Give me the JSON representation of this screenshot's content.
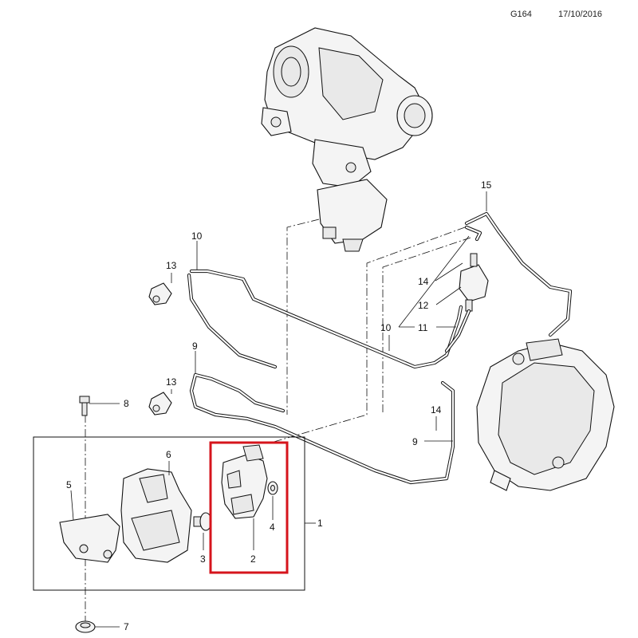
{
  "header": {
    "code": "G164",
    "date": "17/10/2016"
  },
  "callouts": {
    "c1": "1",
    "c2": "2",
    "c3": "3",
    "c4": "4",
    "c5": "5",
    "c6": "6",
    "c7": "7",
    "c8": "8",
    "c9a": "9",
    "c9b": "9",
    "c10a": "10",
    "c10b": "10",
    "c11": "11",
    "c12": "12",
    "c13a": "13",
    "c13b": "13",
    "c14a": "14",
    "c14b": "14",
    "c15": "15"
  },
  "colors": {
    "highlight": "#d6141c",
    "line": "#111111",
    "background": "#ffffff"
  }
}
